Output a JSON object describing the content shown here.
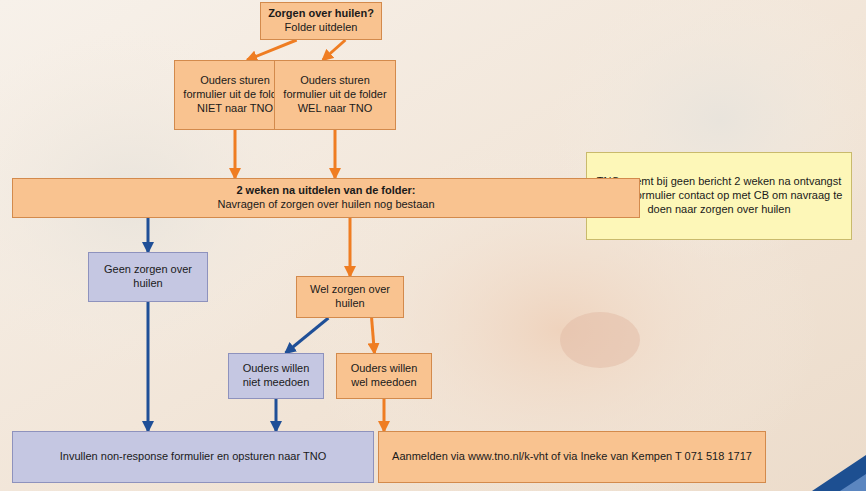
{
  "diagram": {
    "nodes": [
      {
        "text": [
          "Zorgen over huilen?",
          "Folder uitdelen"
        ]
      },
      {
        "text": [
          "Ouders sturen formulier uit de folder NIET naar TNO"
        ]
      },
      {
        "text": [
          "Ouders sturen formulier uit de folder WEL naar TNO"
        ]
      },
      {
        "text": [
          "TNO neemt bij geen bericht 2 weken na ontvangst inschrijfformulier contact op met CB om navraag te doen naar zorgen over huilen"
        ]
      },
      {
        "text": [
          "2 weken na uitdelen van de folder:",
          "Navragen of zorgen over huilen nog bestaan"
        ]
      },
      {
        "text": [
          "Geen zorgen over huilen"
        ]
      },
      {
        "text": [
          "Wel zorgen over huilen"
        ]
      },
      {
        "text": [
          "Ouders willen niet meedoen"
        ]
      },
      {
        "text": [
          "Ouders willen wel meedoen"
        ]
      },
      {
        "text": [
          "Invullen non-response formulier en opsturen naar TNO"
        ]
      },
      {
        "text": [
          "Aanmelden via www.tno.nl/k-vht of via Ineke van Kempen T 071 518 1717"
        ]
      }
    ],
    "edges": [
      {
        "from": 0,
        "to": 1,
        "arrow": "to"
      },
      {
        "from": 0,
        "to": 2,
        "arrow": "to"
      },
      {
        "from": 1,
        "to": 4,
        "arrow": "to"
      },
      {
        "from": 2,
        "to": 4,
        "arrow": "to"
      },
      {
        "from": 3,
        "to": 4,
        "arrow": "to"
      },
      {
        "from": 4,
        "to": 5,
        "arrow": "to"
      },
      {
        "from": 4,
        "to": 6,
        "arrow": "to"
      },
      {
        "from": 5,
        "to": 9,
        "arrow": "to"
      },
      {
        "from": 6,
        "to": 7,
        "arrow": "to"
      },
      {
        "from": 6,
        "to": 8,
        "arrow": "to"
      },
      {
        "from": 7,
        "to": 9,
        "arrow": "to"
      },
      {
        "from": 8,
        "to": 10,
        "arrow": "to"
      }
    ]
  }
}
